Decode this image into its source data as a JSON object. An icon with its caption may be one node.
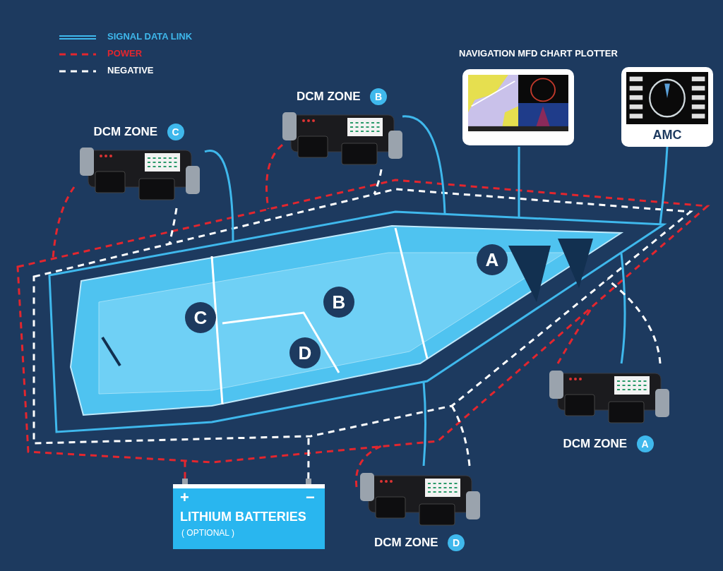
{
  "diagram": {
    "nodes": [
      {
        "text": [],
        "shape": "picture"
      },
      {
        "text": [
          "A"
        ],
        "in": 0
      },
      {
        "text": [
          "B"
        ],
        "in": 0
      },
      {
        "text": [
          "C"
        ],
        "in": 0
      },
      {
        "text": [
          "D"
        ],
        "in": 0
      },
      {
        "text": [
          "NAVIGATION MFD CHART PLOTTER"
        ]
      },
      {
        "text": [
          "AMC"
        ]
      },
      {
        "text": [
          "DCM ZONE",
          "B"
        ]
      },
      {
        "text": [
          "DCM ZONE",
          "C"
        ]
      },
      {
        "text": [
          "DCM ZONE",
          "A"
        ]
      },
      {
        "text": [
          "DCM ZONE",
          "D"
        ]
      },
      {
        "text": [
          "+",
          "−",
          "LITHIUM BATTERIES",
          "( OPTIONAL )"
        ]
      }
    ],
    "edges": [
      {
        "from": 7,
        "to": null,
        "arrow": "none",
        "color": "#3fb8ec"
      },
      {
        "from": 7,
        "to": null,
        "arrow": "none",
        "style": "dashed",
        "color": "#e3262e"
      },
      {
        "from": 7,
        "to": null,
        "arrow": "none",
        "style": "dashed",
        "color": "#ffffff"
      },
      {
        "from": 8,
        "to": null,
        "arrow": "none",
        "color": "#3fb8ec"
      },
      {
        "from": 8,
        "to": null,
        "arrow": "none",
        "style": "dashed",
        "color": "#e3262e"
      },
      {
        "from": 8,
        "to": null,
        "arrow": "none",
        "style": "dashed",
        "color": "#ffffff"
      },
      {
        "from": 9,
        "to": null,
        "arrow": "none",
        "color": "#3fb8ec"
      },
      {
        "from": 9,
        "to": null,
        "arrow": "none",
        "style": "dashed",
        "color": "#e3262e"
      },
      {
        "from": 9,
        "to": null,
        "arrow": "none",
        "style": "dashed",
        "color": "#ffffff"
      },
      {
        "from": 10,
        "to": null,
        "arrow": "none",
        "color": "#3fb8ec"
      },
      {
        "from": 10,
        "to": null,
        "arrow": "none",
        "style": "dashed",
        "color": "#e3262e"
      },
      {
        "from": 10,
        "to": null,
        "arrow": "none",
        "style": "dashed",
        "color": "#ffffff"
      },
      {
        "from": 5,
        "to": null,
        "arrow": "none",
        "color": "#3fb8ec"
      },
      {
        "from": 6,
        "to": null,
        "arrow": "none",
        "color": "#3fb8ec"
      },
      {
        "from": 11,
        "to": null,
        "arrow": "none",
        "style": "dashed",
        "color": "#e3262e"
      },
      {
        "from": 11,
        "to": null,
        "arrow": "none",
        "style": "dashed",
        "color": "#ffffff"
      }
    ],
    "legend": [
      {
        "text": "SIGNAL DATA LINK"
      },
      {
        "text": "POWER"
      },
      {
        "text": "NEGATIVE"
      }
    ]
  }
}
